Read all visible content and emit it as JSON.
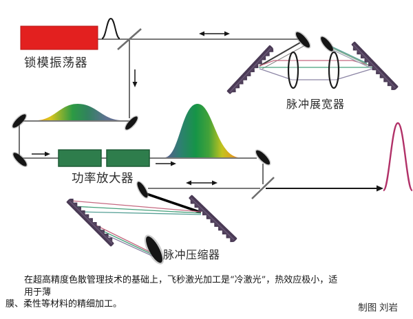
{
  "labels": {
    "oscillator": "锁模振荡器",
    "stretcher": "脉冲展宽器",
    "amplifier": "功率放大器",
    "compressor": "脉冲压缩器"
  },
  "caption": {
    "line1": "在超高精度色散管理技术的基础上，飞秒激光加工是“冷激光”，热效应极小，适用于薄",
    "line2": "膜、柔性等材料的精细加工。",
    "credit": "制图 刘岩"
  },
  "colors": {
    "oscillator_box": "#e3201f",
    "amplifier_box": "#2e7d4c",
    "grating": "#4a3a55",
    "output_pulse": "#b13168",
    "beam_line": "#4c4c4c",
    "chirp_gradient_left": "#585b8e",
    "chirp_gradient_mid": "#169447",
    "chirp_gradient_right": "#e0791b"
  }
}
